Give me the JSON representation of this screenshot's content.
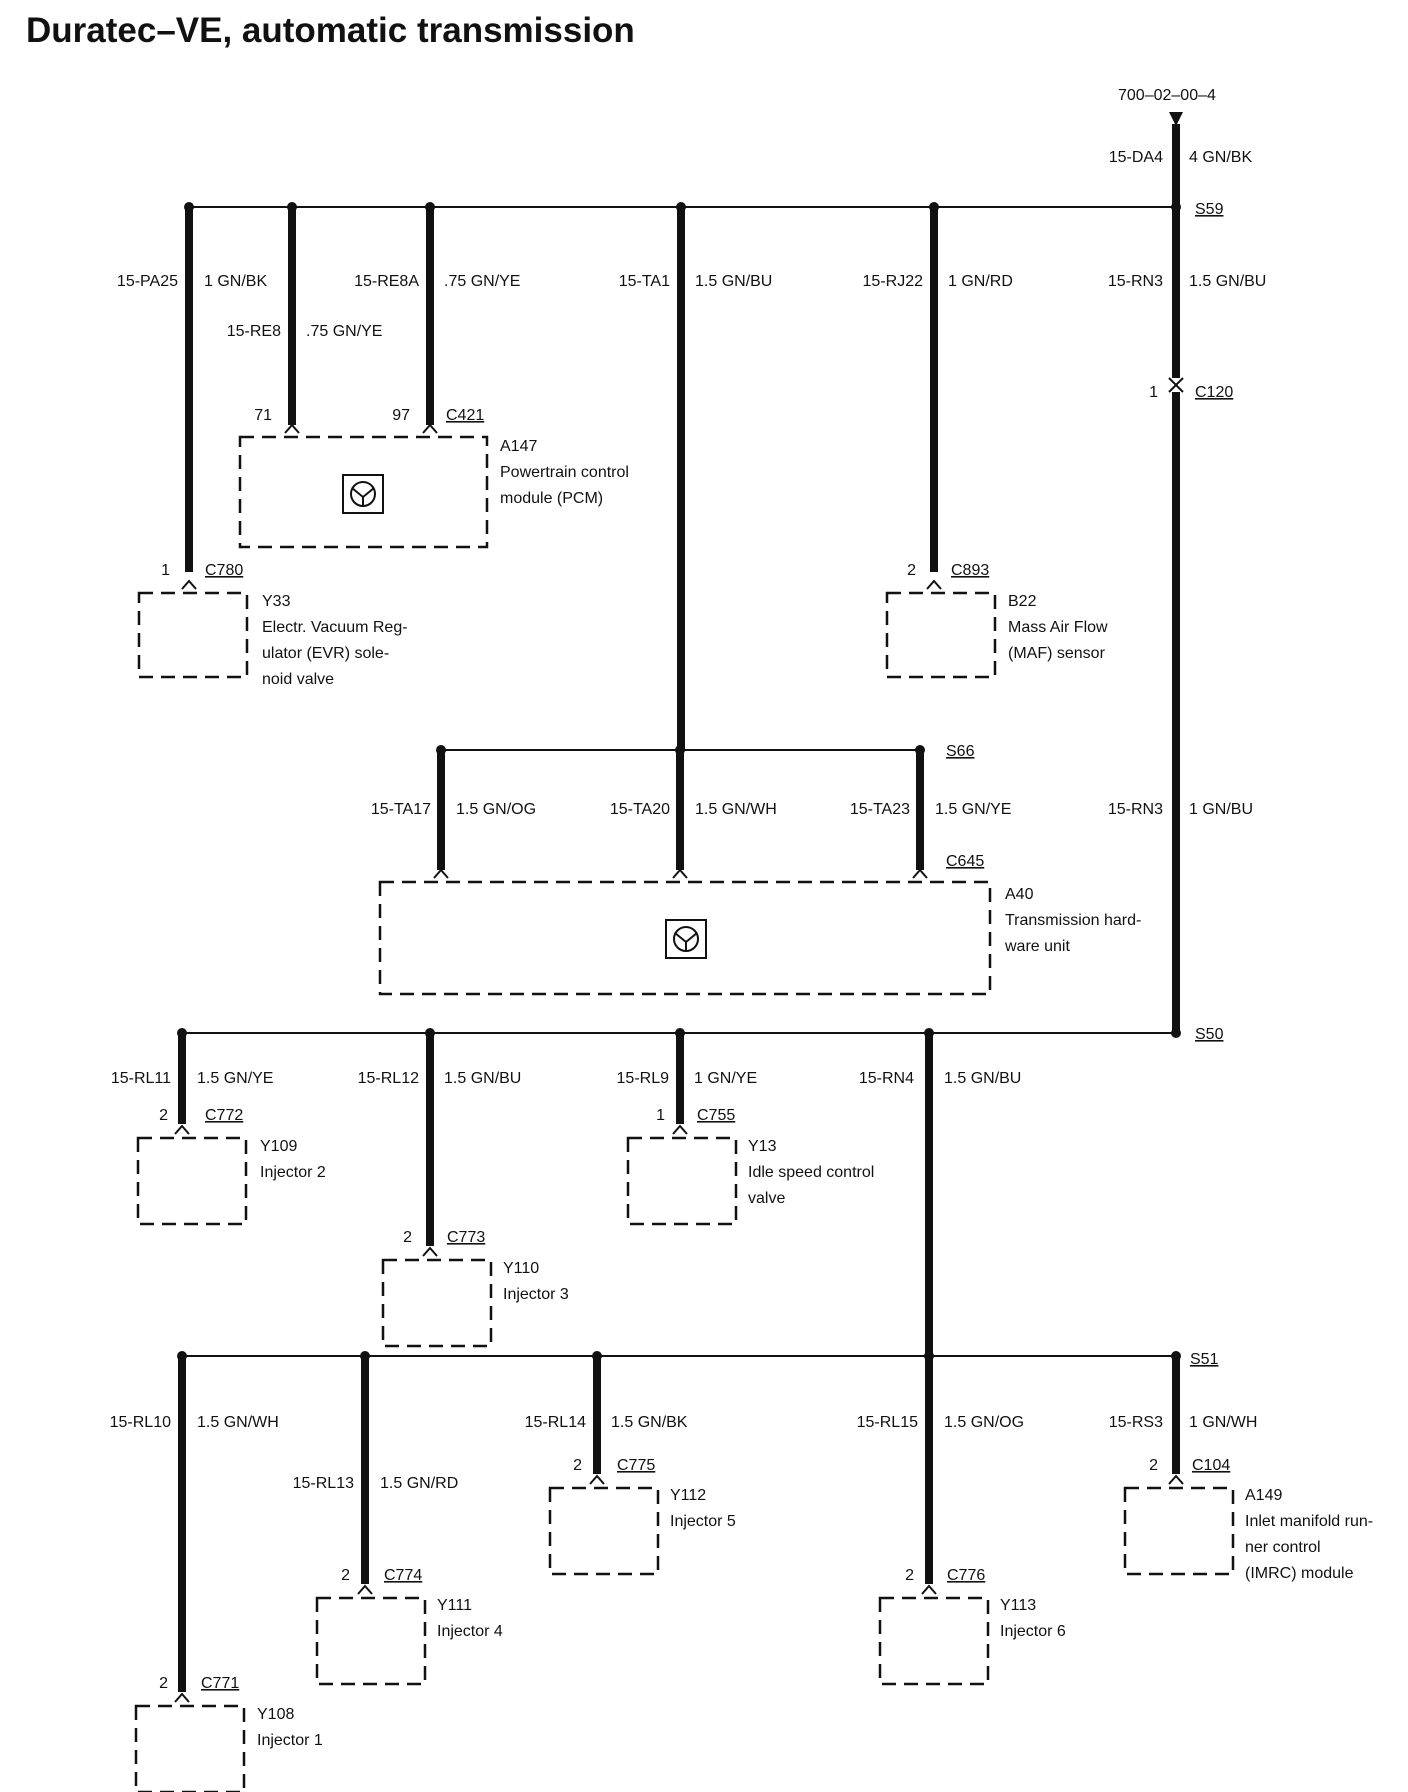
{
  "title": "Duratec–VE, automatic transmission",
  "ref": "700–02–00–4",
  "splices": [
    "S59",
    "S66",
    "S50",
    "S51"
  ],
  "wires": [
    {
      "id": "15-DA4",
      "spec": "4 GN/BK"
    },
    {
      "id": "15-PA25",
      "spec": "1 GN/BK"
    },
    {
      "id": "15-RE8A",
      "spec": ".75 GN/YE"
    },
    {
      "id": "15-RE8",
      "spec": ".75 GN/YE"
    },
    {
      "id": "15-TA1",
      "spec": "1.5 GN/BU"
    },
    {
      "id": "15-RJ22",
      "spec": "1 GN/RD"
    },
    {
      "id": "15-RN3",
      "spec": "1.5 GN/BU"
    },
    {
      "id": "15-RN3",
      "spec": "1 GN/BU"
    },
    {
      "id": "15-TA17",
      "spec": "1.5 GN/OG"
    },
    {
      "id": "15-TA20",
      "spec": "1.5 GN/WH"
    },
    {
      "id": "15-TA23",
      "spec": "1.5 GN/YE"
    },
    {
      "id": "15-RL11",
      "spec": "1.5 GN/YE"
    },
    {
      "id": "15-RL12",
      "spec": "1.5 GN/BU"
    },
    {
      "id": "15-RL9",
      "spec": "1 GN/YE"
    },
    {
      "id": "15-RN4",
      "spec": "1.5 GN/BU"
    },
    {
      "id": "15-RL10",
      "spec": "1.5 GN/WH"
    },
    {
      "id": "15-RL13",
      "spec": "1.5 GN/RD"
    },
    {
      "id": "15-RL14",
      "spec": "1.5 GN/BK"
    },
    {
      "id": "15-RL15",
      "spec": "1.5 GN/OG"
    },
    {
      "id": "15-RS3",
      "spec": "1 GN/WH"
    }
  ],
  "connectors": [
    {
      "conn": "C120",
      "pin": "1"
    },
    {
      "conn": "C421",
      "pin": "71",
      "pin2": "97"
    },
    {
      "conn": "C780",
      "pin": "1"
    },
    {
      "conn": "C893",
      "pin": "2"
    },
    {
      "conn": "C645"
    },
    {
      "conn": "C772",
      "pin": "2"
    },
    {
      "conn": "C755",
      "pin": "1"
    },
    {
      "conn": "C773",
      "pin": "2"
    },
    {
      "conn": "C775",
      "pin": "2"
    },
    {
      "conn": "C104",
      "pin": "2"
    },
    {
      "conn": "C774",
      "pin": "2"
    },
    {
      "conn": "C776",
      "pin": "2"
    },
    {
      "conn": "C771",
      "pin": "2"
    }
  ],
  "components": [
    {
      "id": "A147",
      "lines": [
        "Powertrain control",
        "module (PCM)"
      ]
    },
    {
      "id": "Y33",
      "lines": [
        "Electr. Vacuum Reg-",
        "ulator (EVR) sole-",
        "noid valve"
      ]
    },
    {
      "id": "B22",
      "lines": [
        "Mass Air Flow",
        "(MAF) sensor"
      ]
    },
    {
      "id": "A40",
      "lines": [
        "Transmission hard-",
        "ware unit"
      ]
    },
    {
      "id": "Y109",
      "lines": [
        "Injector 2"
      ]
    },
    {
      "id": "Y13",
      "lines": [
        "Idle speed control",
        "valve"
      ]
    },
    {
      "id": "Y110",
      "lines": [
        "Injector 3"
      ]
    },
    {
      "id": "Y112",
      "lines": [
        "Injector 5"
      ]
    },
    {
      "id": "A149",
      "lines": [
        "Inlet manifold run-",
        "ner control",
        "(IMRC) module"
      ]
    },
    {
      "id": "Y111",
      "lines": [
        "Injector 4"
      ]
    },
    {
      "id": "Y113",
      "lines": [
        "Injector 6"
      ]
    },
    {
      "id": "Y108",
      "lines": [
        "Injector 1"
      ]
    }
  ]
}
